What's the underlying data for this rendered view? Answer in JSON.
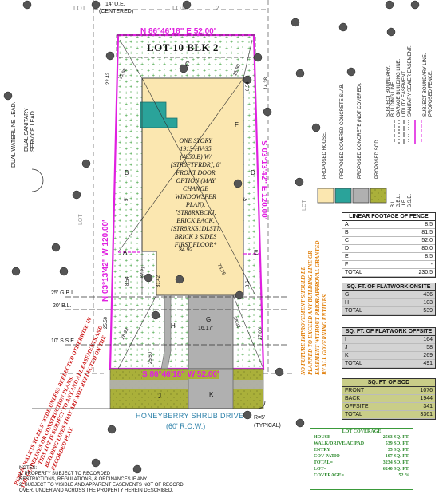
{
  "top_labels": {
    "lot_left": "LOT",
    "lot_right": "LOT",
    "lot_right_num": "2",
    "ue": "14' U.E.",
    "centered": "(CENTERED)"
  },
  "plat": {
    "title": "LOT 10  BLK 2",
    "north_bearing": "N 86°46'18\" E  52.00'",
    "south_bearing": "S 86°46'18\" W  52.00'",
    "west_bearing": "N 03°13'42\" W  120.00'",
    "east_bearing": "S 03°13'42\" E  120.00'",
    "street": "HONEYBERRY SHRUB DRIVE",
    "row": "(60' R.O.W.)",
    "radius": "R=5'",
    "typical": "(TYPICAL)",
    "lot_left_side": "LOT",
    "lot_right_side": "LOT",
    "house_text": "ONE STORY\n1913-HV-35\n(4850.B) W/\n[STR8FTFRDR], 8'\nFRONT DOOR\nOPTION (MAY\nCHANGE\nWINDOWSPER\nPLAN),\n[STR8RKBCK],\nBRICK BACK,\n[STR8RKS1DLST],\nBRICK 3 SIDES\nFIRST FLOOR*",
    "dims": {
      "d2242": "22.42",
      "d2595": "25.95",
      "d1580": "15.80",
      "d854a": "8.54",
      "d1438": "14.38",
      "d3492": "34.92",
      "d8721": "87.21",
      "d8142": "81.42",
      "d7875": "78.75",
      "d864": "8.64",
      "d854b": "8.54",
      "d2550a": "25.50",
      "d2550b": "25.50",
      "d2899": "28.99",
      "d2832": "28.32",
      "d1617": "16.17'",
      "d2700": "27.00'",
      "d5": "5'",
      "d5b": "5'"
    },
    "setbacks": {
      "gbl": "25' G.B.L.",
      "bl": "20' B.L.",
      "sse": "10' S.S.E."
    },
    "letters": [
      "A",
      "B",
      "C",
      "D",
      "E",
      "F",
      "G",
      "H",
      "J",
      "K"
    ]
  },
  "left_labels": {
    "waterline": "DUAL WATERLINE LEAD.",
    "sewer": "DUAL SANITARY SERVICE LEAD.",
    "public_walk": "PUBLIC WALK IS TO BE 5' WIDE UNLESS REFLECTED OTHERWISE IN THE GUIDELINES OR CONSTRUCTION PLANS.",
    "subject": "THIS LOT IS SUBJECT TO ANY AND ALL EASEMENTS AND BUILDING LINES THAT ARE NOT REFLECTED ON THE RECORDED PLAT."
  },
  "legend": {
    "items": [
      {
        "label": "PROPOSED HOUSE.",
        "color": "#fbe7b0"
      },
      {
        "label": "PROPOSED COVERED CONCRETE SLAB.",
        "color": "#2aa39a"
      },
      {
        "label": "PROPOSED CONCRETE (NOT COVERED).",
        "color": "#b0b0b0"
      },
      {
        "label": "PROPOSED SOD.",
        "color": "#a9ad3c"
      }
    ],
    "lines": [
      {
        "abbr": "B.L.",
        "label": "BUILDING LINE."
      },
      {
        "abbr": "G.B.L.",
        "label": "GARAGE BUILDING LINE."
      },
      {
        "abbr": "U.E.",
        "label": "UTILITY EASEMENT."
      },
      {
        "abbr": "S.S.E.",
        "label": "SANITARY SEWER EASEMENT."
      },
      {
        "abbr": "",
        "label": "SUBJECT BOUNDARY."
      },
      {
        "abbr": "",
        "label": "PROPOSED FENCE."
      }
    ],
    "boundary_line": "SUBJECT BOUNDARY LINE."
  },
  "fence": {
    "title": "LINEAR FOOTAGE OF FENCE",
    "rows": [
      {
        "k": "A",
        "v": "8.5"
      },
      {
        "k": "B",
        "v": "81.5"
      },
      {
        "k": "C",
        "v": "52.0"
      },
      {
        "k": "D",
        "v": "80.0"
      },
      {
        "k": "E",
        "v": "8.5"
      },
      {
        "k": "F",
        "v": "-"
      },
      {
        "k": "TOTAL",
        "v": "230.5"
      }
    ]
  },
  "onsite": {
    "title": "SQ. FT. OF FLATWORK ONSITE",
    "rows": [
      {
        "k": "G",
        "v": "436"
      },
      {
        "k": "H",
        "v": "103"
      },
      {
        "k": "TOTAL",
        "v": "539"
      }
    ]
  },
  "offsite": {
    "title": "SQ. FT. OF FLATWORK OFFSITE",
    "rows": [
      {
        "k": "I",
        "v": "164"
      },
      {
        "k": "J",
        "v": "58"
      },
      {
        "k": "K",
        "v": "269"
      },
      {
        "k": "TOTAL",
        "v": "491"
      }
    ]
  },
  "sod": {
    "title": "SQ. FT. OF SOD",
    "rows": [
      {
        "k": "FRONT",
        "v": "1076"
      },
      {
        "k": "BACK",
        "v": "1944"
      },
      {
        "k": "OFFSITE",
        "v": "341"
      },
      {
        "k": "TOTAL",
        "v": "3361"
      }
    ]
  },
  "coverage": {
    "title": "LOT COVERAGE",
    "rows": [
      {
        "k": "HOUSE",
        "v": "2563 SQ. FT."
      },
      {
        "k": "WALK/DRIVE/AC PAD",
        "v": "539 SQ. FT."
      },
      {
        "k": "ENTRY",
        "v": "35 SQ. FT."
      },
      {
        "k": "COV PATIO",
        "v": "107 SQ. FT."
      },
      {
        "k": "TOTAL=",
        "v": "3234 SQ. FT."
      },
      {
        "k": "LOT=",
        "v": "6240 SQ. FT."
      },
      {
        "k": "COVERAGE=",
        "v": "52 %"
      }
    ]
  },
  "note_orange": "NO FUTURE IMPROVEMENT SHOULD BE PLANNED TO EXCEED ANY BUILDING LINE OR EASEMENT WITHOUT PRIOR APPROVAL GRANTED BY ALL GOVERNING ENTITIES.",
  "notes": {
    "title": "NOTES:",
    "n1": "1. PROPERTY SUBJECT TO RECORDED",
    "n1b": "RESTRICTIONS, REGULATIONS, & ORDINANCES IF ANY",
    "n2": "2. SUBJECT TO VISIBLE AND APPARENT EASEMENTS NOT OF RECORD",
    "n2b": "OVER, UNDER AND ACROSS THE PROPERTY HEREIN DESCRIBED."
  }
}
